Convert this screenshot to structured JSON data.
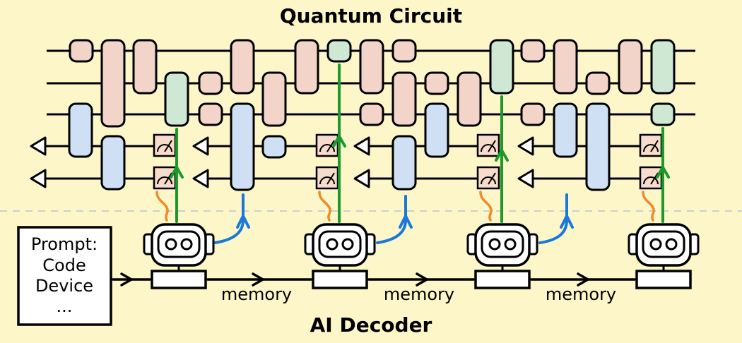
{
  "title": "Quantum Circuit",
  "subtitle": "AI Decoder",
  "prompt_box": {
    "lines": [
      "Prompt:",
      "Code",
      "Device",
      "..."
    ]
  },
  "memory_label": "memory",
  "colors": {
    "background": "#fdf6c8",
    "two_qubit_gate": "#f2d4c8",
    "ancilla_gate": "#cfe0f4",
    "feedback_gate": "#cfe8d4",
    "measurement": "#f7dccb",
    "syndrome_arrow": "#f08c28",
    "correction_arrow": "#1a9a2a",
    "reset_arrow": "#1a78dc",
    "separator": "#cfcfcf"
  }
}
